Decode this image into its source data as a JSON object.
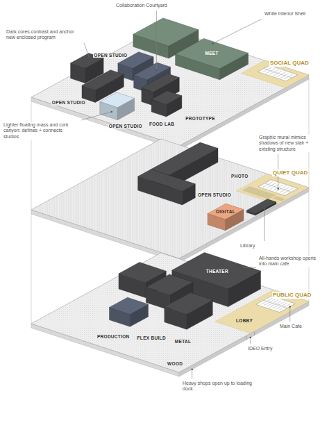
{
  "diagram": {
    "labels": [
      "Collaboration Courtyard",
      "Dark cores contrast and anchor new enclosed program",
      "White Interior Shell",
      "OPEN STUDIO",
      "SOCIAL QUAD",
      "MEET",
      "OPEN STUDIO",
      "FOOD LAB",
      "PROTOTYPE",
      "Lighter floating mass and cork canyon: defines + connects studios",
      "OPEN STUDIO",
      "Graphic mural mimics shadows of new stair + existing structure",
      "PHOTO",
      "OPEN STUDIO",
      "QUIET QUAD",
      "DIGITAL",
      "Library",
      "All-hands workshop opens into main cafe",
      "THEATER",
      "PUBLIC QUAD",
      "LOBBY",
      "Main Cafe",
      "FLEX BUILD",
      "PRODUCTION",
      "METAL",
      "IDEO Entry",
      "WOOD",
      "Heavy shops open up to loading dock"
    ]
  }
}
